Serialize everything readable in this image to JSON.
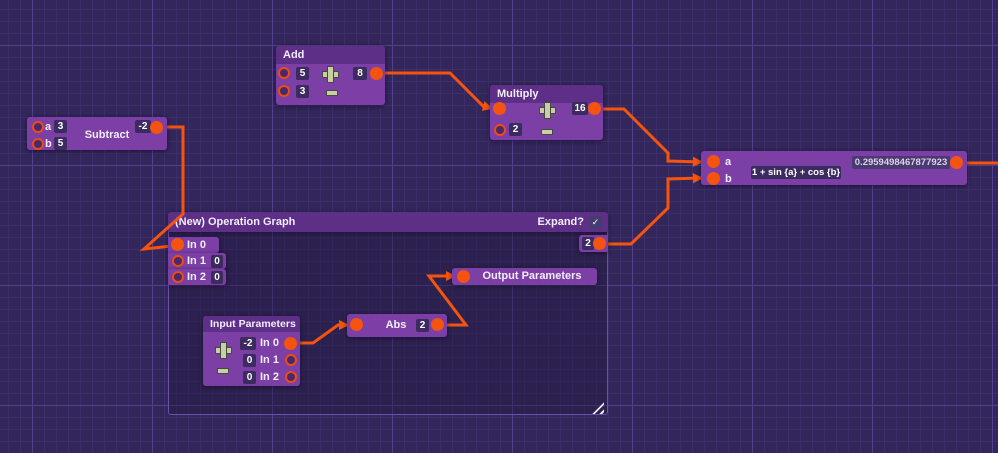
{
  "colors": {
    "wire": "#f4540f",
    "port": "#f4540f",
    "node_body": "#7b3fa6",
    "node_header": "#5d2f87",
    "background": "#33265a"
  },
  "nodes": {
    "add": {
      "title": "Add",
      "in1_value": "5",
      "in2_value": "3",
      "out_value": "8"
    },
    "multiply": {
      "title": "Multiply",
      "in2_value": "2",
      "out_value": "16"
    },
    "subtract": {
      "title": "Subtract",
      "a_label": "a",
      "a_value": "3",
      "b_label": "b",
      "b_value": "5",
      "out_value": "-2"
    },
    "operation_graph": {
      "title": "(New) Operation Graph",
      "expand_label": "Expand?",
      "checkmark": "✓",
      "in0_label": "In 0",
      "in1_label": "In 1",
      "in1_value": "0",
      "in2_label": "In 2",
      "in2_value": "0",
      "out_value": "2"
    },
    "expression": {
      "a_label": "a",
      "b_label": "b",
      "expression": "1 + sin {a} + cos {b}",
      "result_value": "0.2959498467877923"
    },
    "input_parameters": {
      "title": "Input Parameters",
      "in0_value": "-2",
      "in0_label": "In 0",
      "in1_value": "0",
      "in1_label": "In 1",
      "in2_value": "0",
      "in2_label": "In 2"
    },
    "abs": {
      "title": "Abs",
      "out_value": "2"
    },
    "output_parameters": {
      "title": "Output Parameters"
    }
  }
}
